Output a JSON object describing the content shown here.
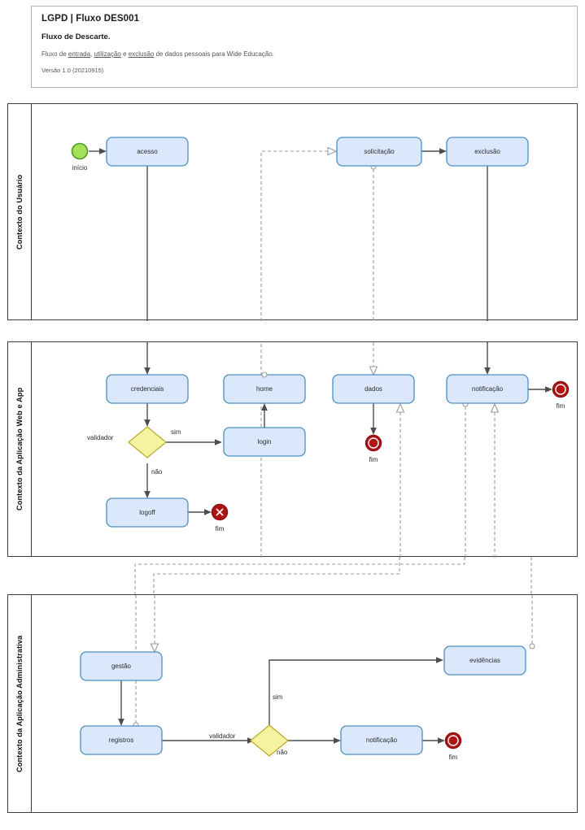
{
  "document": {
    "title": "LGPD | Fluxo DES001",
    "subtitle": "Fluxo de Descarte.",
    "description_prefix": "Fluxo de ",
    "description_link1": "entrada",
    "description_sep1": ", ",
    "description_link2": "utilização",
    "description_sep2": " e ",
    "description_link3": "exclusão",
    "description_suffix": " de dados pessoais para Wide Educação.",
    "version": "Versão 1.0 (20210915)"
  },
  "colors": {
    "task_fill": "#dbe8fc",
    "task_stroke": "#4a90c4",
    "gateway_fill": "#f5f2a0",
    "gateway_stroke": "#b5a827",
    "start_fill": "#a5e05a",
    "start_stroke": "#4f9b1e",
    "end_fill": "#b01515",
    "end_stroke": "#8f0f0f",
    "solid_edge": "#4d4d4d",
    "dashed_edge": "#9a9a9a",
    "lane_border": "#3d3d3d"
  },
  "lanes": [
    {
      "id": "lane-usuario",
      "label": "Contexto do Usuário",
      "nodes": [
        {
          "id": "inicio",
          "type": "start-event",
          "label": "início"
        },
        {
          "id": "acesso",
          "type": "task",
          "label": "acesso"
        },
        {
          "id": "solicitacao",
          "type": "task",
          "label": "solicitação"
        },
        {
          "id": "exclusao",
          "type": "task",
          "label": "exclusão"
        }
      ]
    },
    {
      "id": "lane-web-app",
      "label": "Contexto da Aplicação Web e App",
      "nodes": [
        {
          "id": "credenciais",
          "type": "task",
          "label": "credenciais"
        },
        {
          "id": "home",
          "type": "task",
          "label": "home"
        },
        {
          "id": "dados",
          "type": "task",
          "label": "dados"
        },
        {
          "id": "notificacao-app",
          "type": "task",
          "label": "notificação"
        },
        {
          "id": "validador-app",
          "type": "gateway",
          "label": "validador"
        },
        {
          "id": "login",
          "type": "task",
          "label": "login"
        },
        {
          "id": "logoff",
          "type": "task",
          "label": "logoff"
        },
        {
          "id": "fim-dados",
          "type": "end-event",
          "label": "fim"
        },
        {
          "id": "fim-notificacao-app",
          "type": "end-event",
          "label": "fim"
        },
        {
          "id": "fim-logoff",
          "type": "end-event-cancel",
          "label": "fim"
        }
      ],
      "edge_labels": {
        "yes": "sim",
        "no": "não"
      }
    },
    {
      "id": "lane-admin",
      "label": "Contexto da Aplicação Administrativa",
      "nodes": [
        {
          "id": "gestao",
          "type": "task",
          "label": "gestão"
        },
        {
          "id": "registros",
          "type": "task",
          "label": "registros"
        },
        {
          "id": "evidencias",
          "type": "task",
          "label": "evidências"
        },
        {
          "id": "validador-admin",
          "type": "gateway",
          "label": "validador"
        },
        {
          "id": "notificacao-admin",
          "type": "task",
          "label": "notificação"
        },
        {
          "id": "fim-notificacao-admin",
          "type": "end-event",
          "label": "fim"
        }
      ],
      "edge_labels": {
        "yes": "sim",
        "no": "não"
      }
    }
  ]
}
